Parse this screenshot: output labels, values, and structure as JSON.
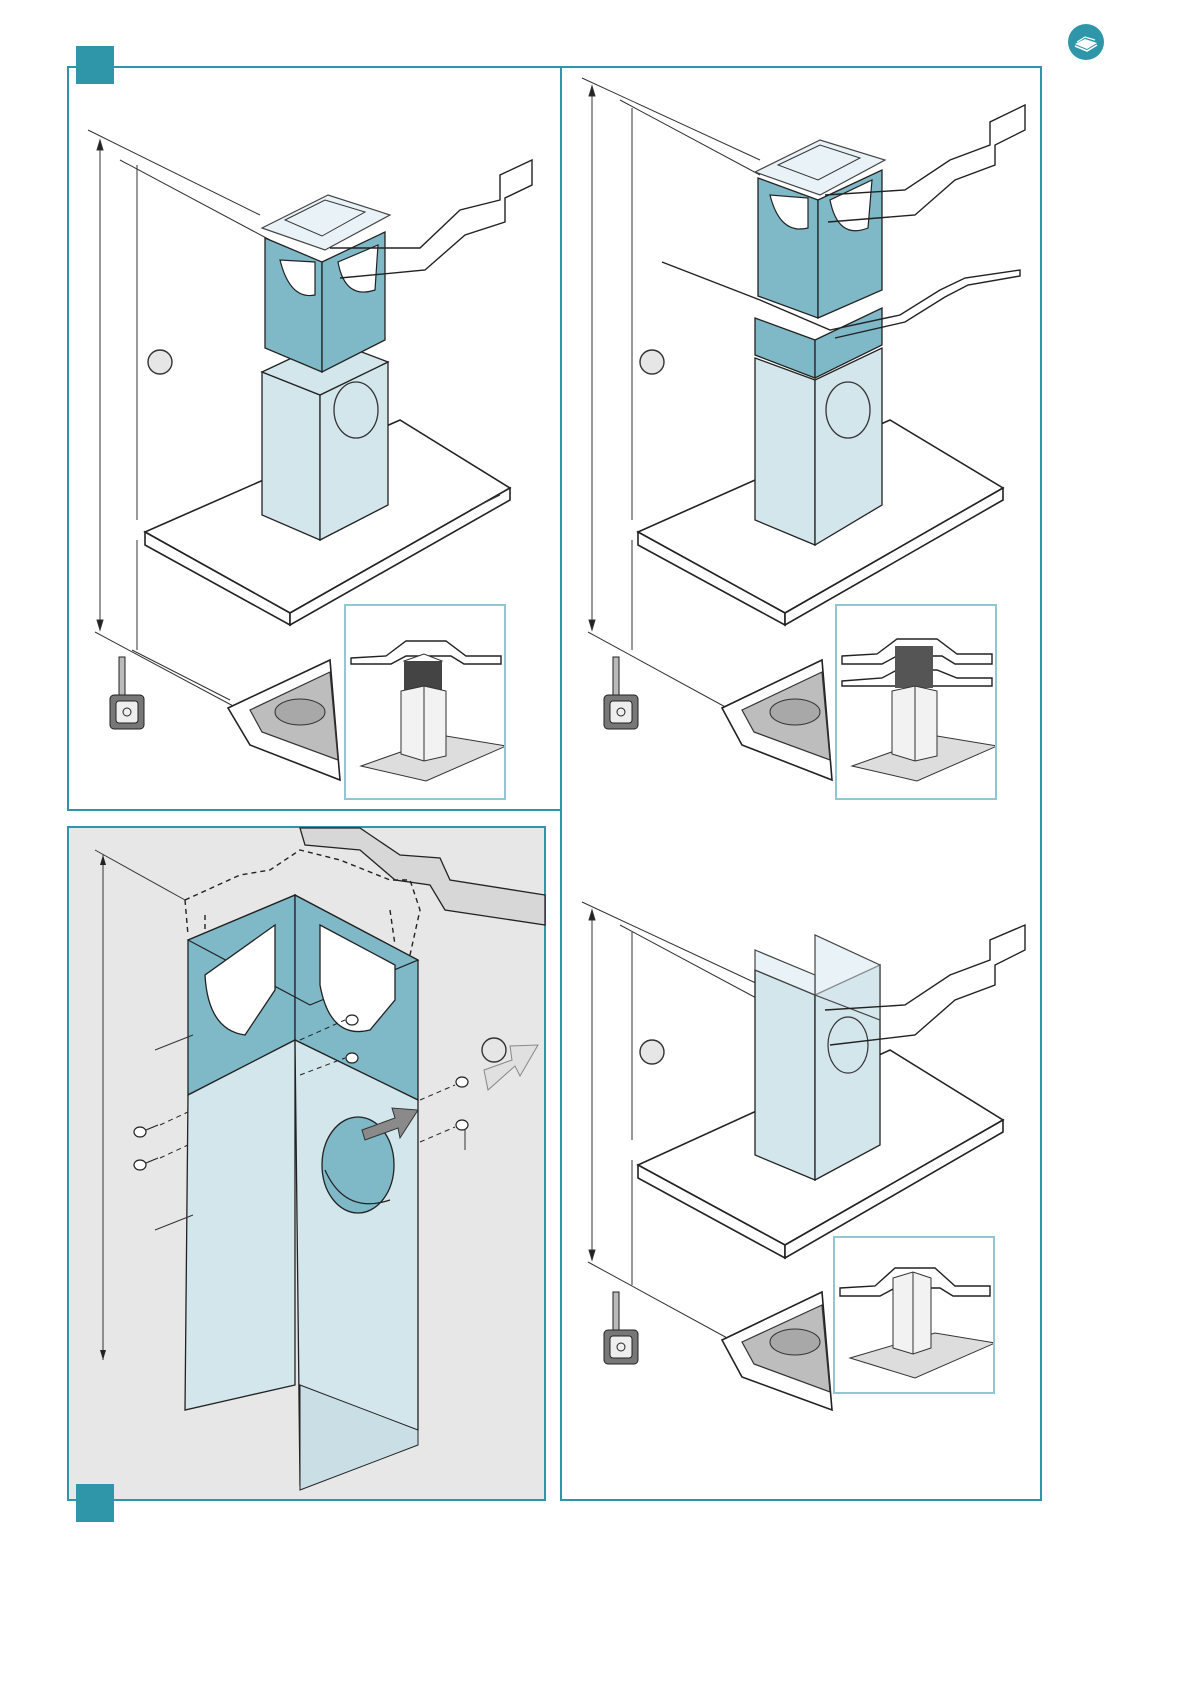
{
  "page": {
    "background": "#ffffff"
  },
  "accent_color": "#2e96a8",
  "panel_light_teal": "#8fc8d3",
  "icons": {
    "corner_badge": "open-book-icon",
    "tool": "spirit-level-tape-measure-icon",
    "direction": "move-arrow-icon"
  },
  "steps": [
    {
      "id": "step-a",
      "description_visible": false
    },
    {
      "id": "step-b",
      "description_visible": false
    },
    {
      "id": "step-c",
      "description_visible": false
    },
    {
      "id": "step-d",
      "description_visible": false
    }
  ]
}
